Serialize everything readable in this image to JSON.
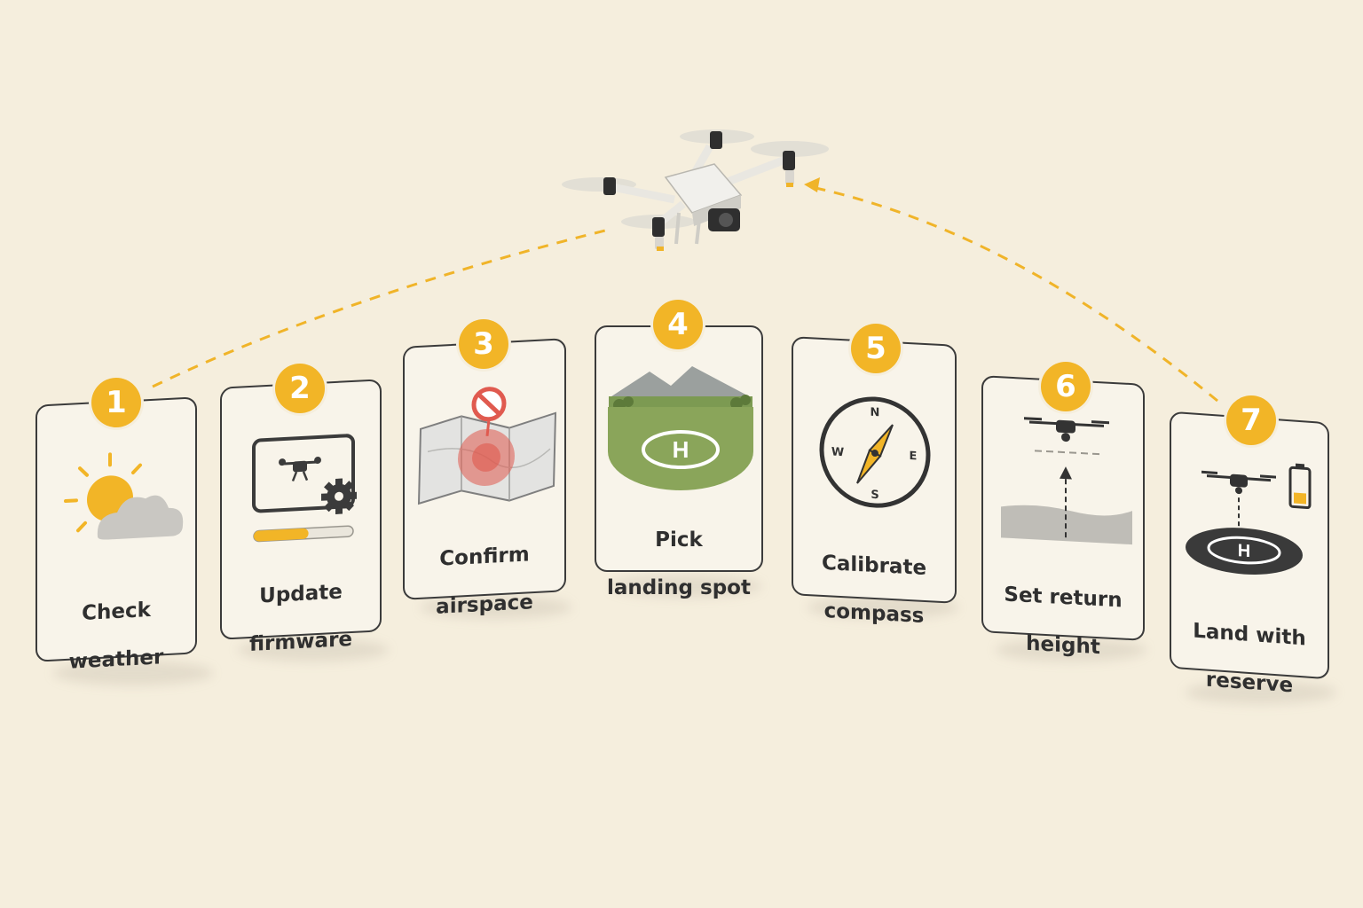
{
  "steps": [
    {
      "number": "1",
      "line1": "Check",
      "line2": "weather"
    },
    {
      "number": "2",
      "line1": "Update",
      "line2": "firmware"
    },
    {
      "number": "3",
      "line1": "Confirm",
      "line2": "airspace"
    },
    {
      "number": "4",
      "line1": "Pick",
      "line2": "landing spot"
    },
    {
      "number": "5",
      "line1": "Calibrate",
      "line2": "compass"
    },
    {
      "number": "6",
      "line1": "Set return",
      "line2": "height"
    },
    {
      "number": "7",
      "line1": "Land with",
      "line2": "reserve"
    }
  ],
  "compass": {
    "north": "N",
    "south": "S",
    "east": "E",
    "west": "W"
  },
  "helipad_letter": "H",
  "update_progress": 0.55,
  "colors": {
    "accent": "#f2b527",
    "path": "#f0b429",
    "outline": "#3b3b3b",
    "background": "#f5eedd",
    "card": "#f8f4ea",
    "no_fly": "#e05a4f"
  }
}
